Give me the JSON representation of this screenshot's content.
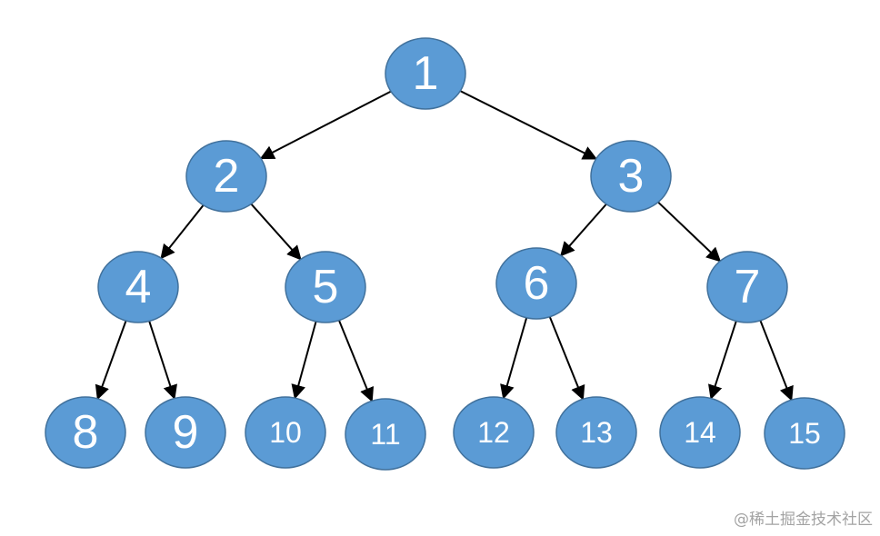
{
  "diagram": {
    "type": "binary-tree",
    "colors": {
      "node_fill": "#5b9bd5",
      "node_stroke": "#41719c",
      "node_text": "#ffffff",
      "edge": "#000000"
    },
    "nodes": [
      {
        "id": "1",
        "label": "1"
      },
      {
        "id": "2",
        "label": "2"
      },
      {
        "id": "3",
        "label": "3"
      },
      {
        "id": "4",
        "label": "4"
      },
      {
        "id": "5",
        "label": "5"
      },
      {
        "id": "6",
        "label": "6"
      },
      {
        "id": "7",
        "label": "7"
      },
      {
        "id": "8",
        "label": "8"
      },
      {
        "id": "9",
        "label": "9"
      },
      {
        "id": "10",
        "label": "10"
      },
      {
        "id": "11",
        "label": "11"
      },
      {
        "id": "12",
        "label": "12"
      },
      {
        "id": "13",
        "label": "13"
      },
      {
        "id": "14",
        "label": "14"
      },
      {
        "id": "15",
        "label": "15"
      }
    ],
    "edges": [
      [
        "1",
        "2"
      ],
      [
        "1",
        "3"
      ],
      [
        "2",
        "4"
      ],
      [
        "2",
        "5"
      ],
      [
        "3",
        "6"
      ],
      [
        "3",
        "7"
      ],
      [
        "4",
        "8"
      ],
      [
        "4",
        "9"
      ],
      [
        "5",
        "10"
      ],
      [
        "5",
        "11"
      ],
      [
        "6",
        "12"
      ],
      [
        "6",
        "13"
      ],
      [
        "7",
        "14"
      ],
      [
        "7",
        "15"
      ]
    ]
  },
  "watermark": "@稀土掘金技术社区"
}
